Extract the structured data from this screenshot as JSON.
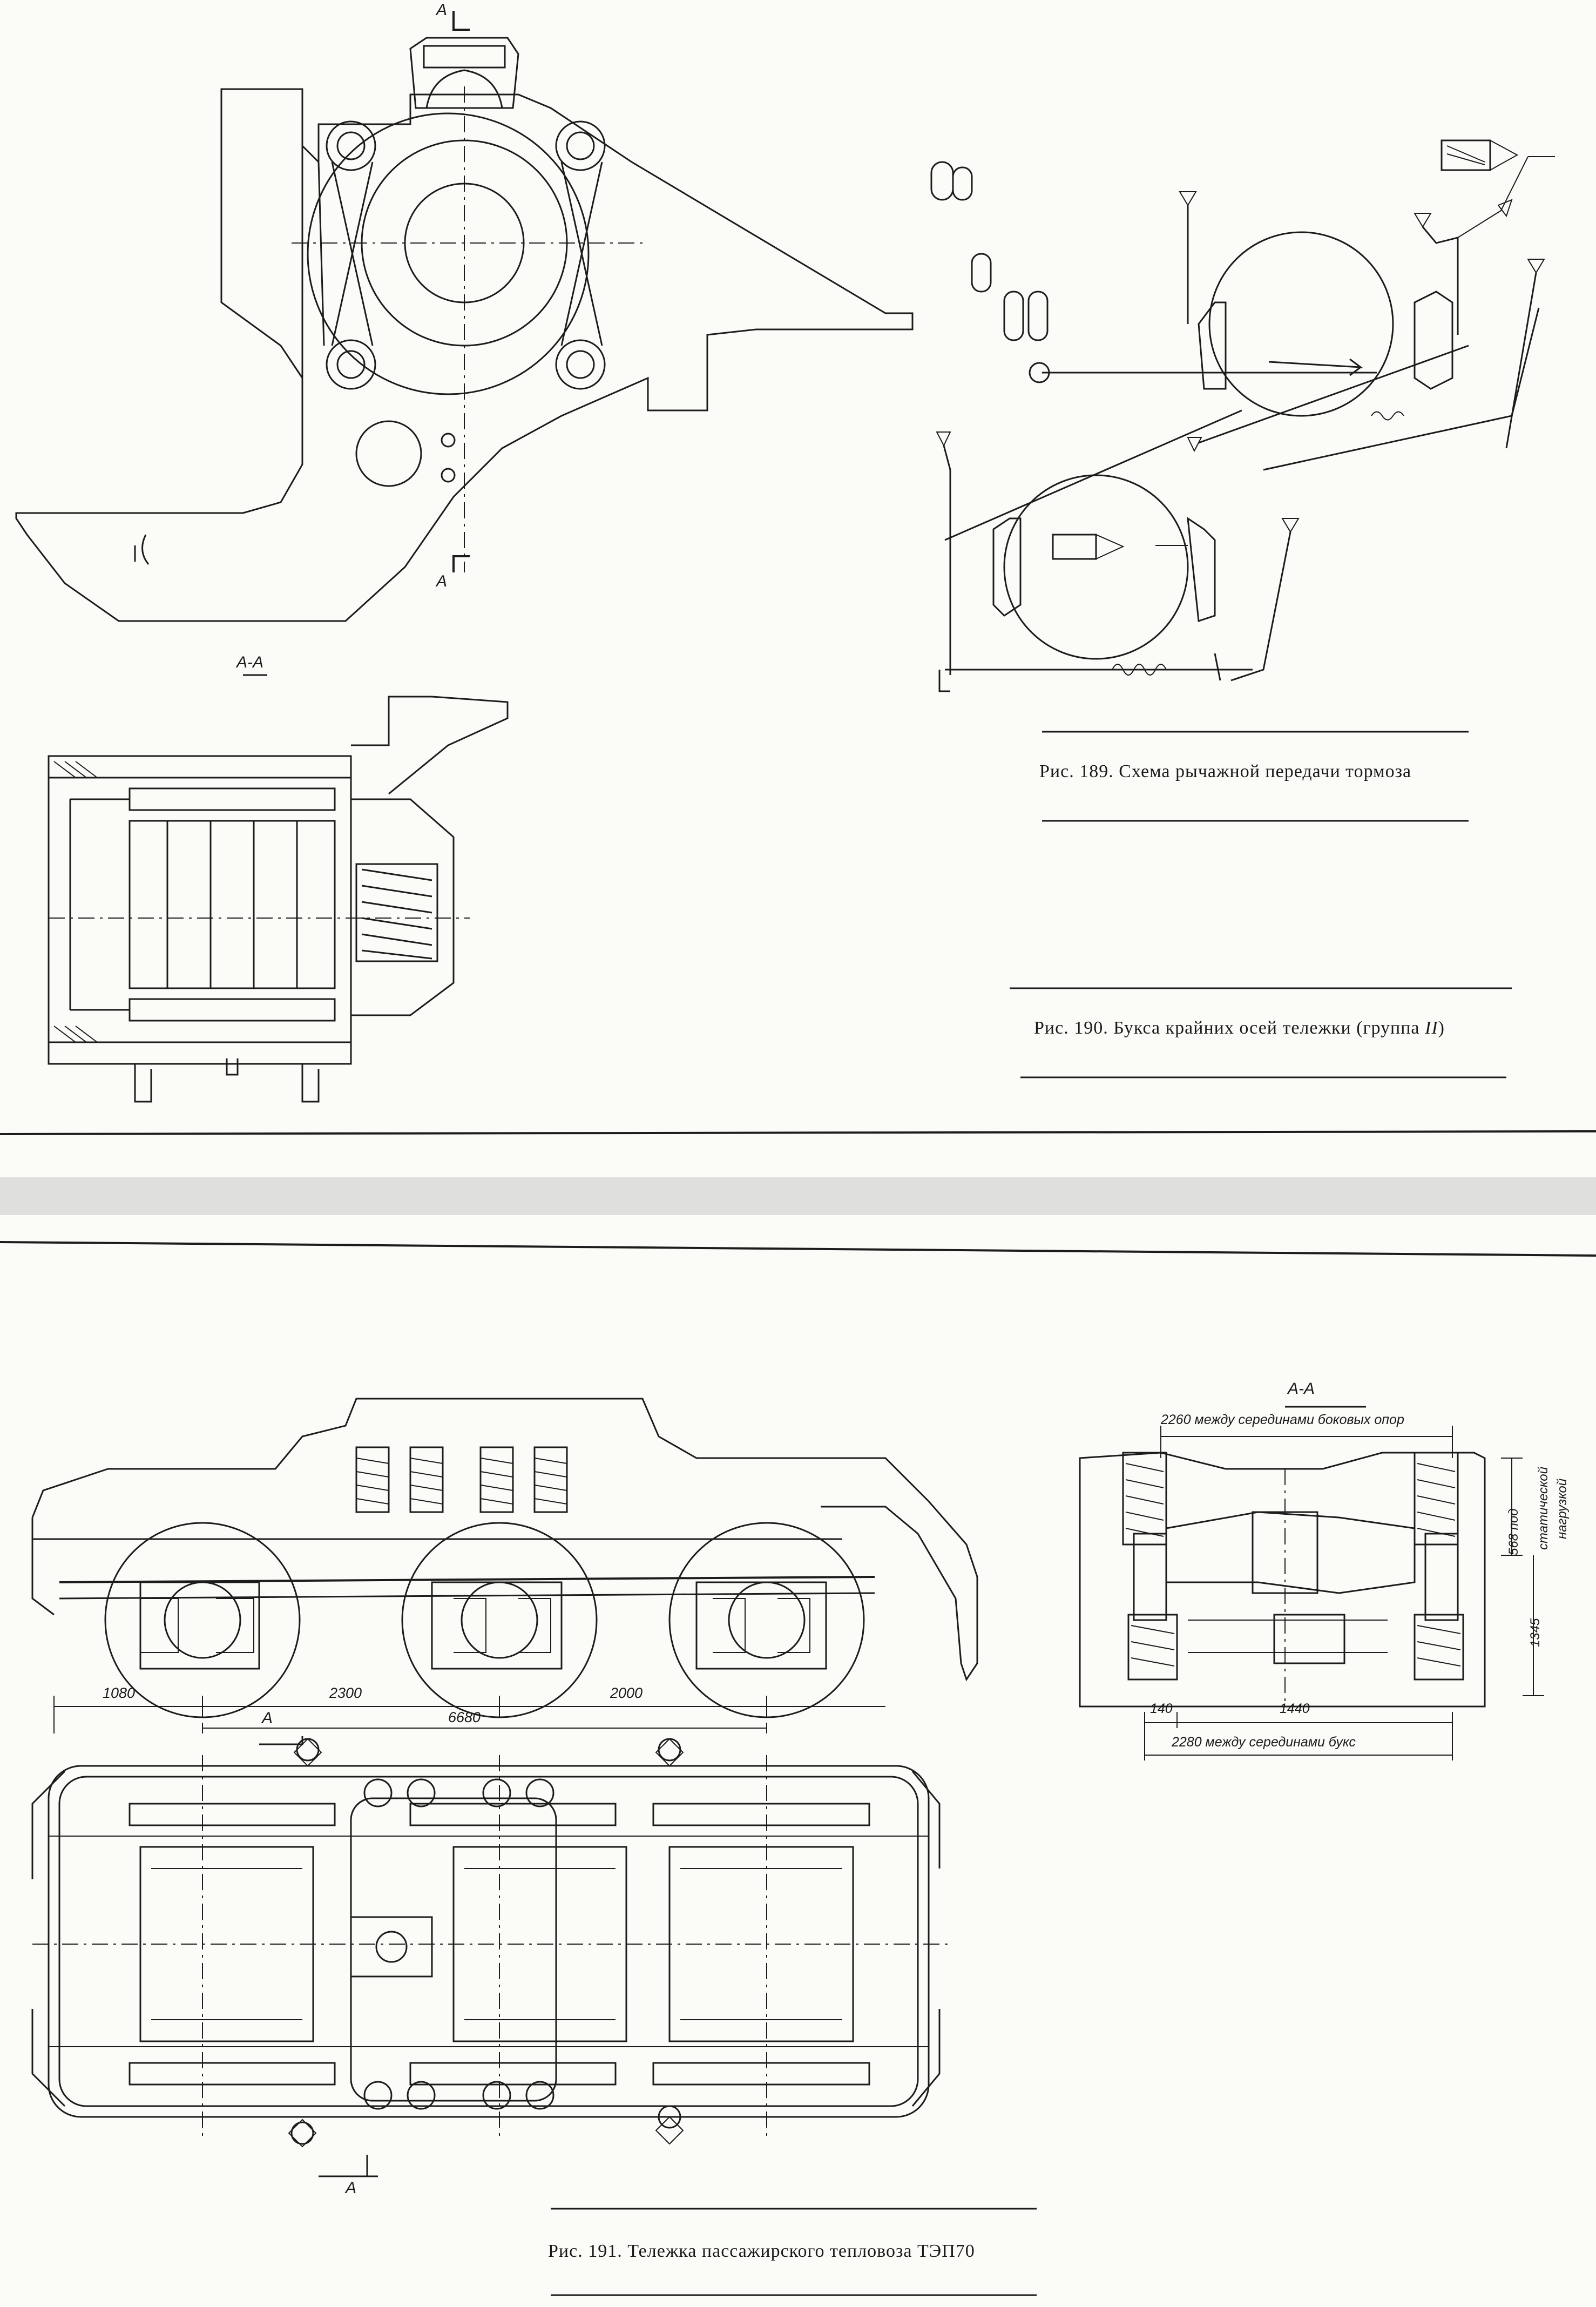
{
  "page1": {
    "fig189_caption": "Рис. 189. Схема рычажной передачи тормоза",
    "fig190_caption_main": "Рис. 190. Букса крайних осей тележки (группа ",
    "fig190_caption_roman": "II",
    "fig190_caption_end": ")",
    "section_top_label": "А",
    "section_bottom_label": "А",
    "section_view_title": "А-А"
  },
  "page2": {
    "fig191_caption": "Рис. 191. Тележка пассажирского тепловоза ТЭП70",
    "section_title": "А-А",
    "dims_side": [
      "1080",
      "2300",
      "2000",
      "6680"
    ],
    "marker_a_side": "А",
    "marker_a_bottom": "А",
    "dim_top_section": "2260 между серединами боковых опор",
    "dim_bottom_section": "2280 между серединами букс",
    "dim_140": "140",
    "dim_1440": "1440",
    "dim_568": "568 под",
    "dim_static": "статической",
    "dim_load": "нагрузкой",
    "dim_1345": "1345"
  }
}
